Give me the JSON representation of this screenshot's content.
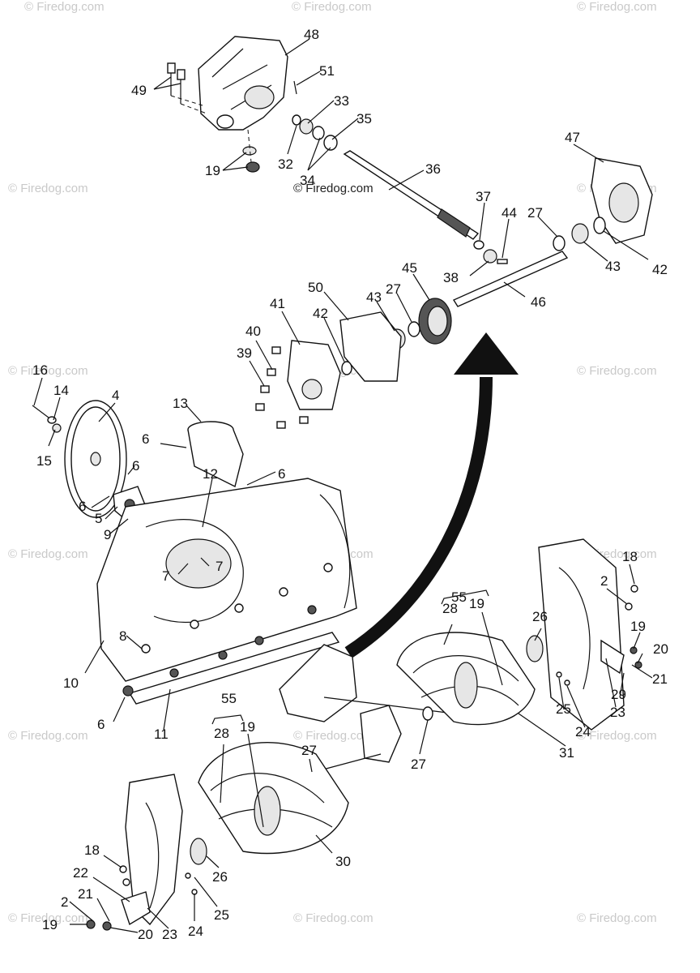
{
  "watermark": "© Firedog.com",
  "callouts": [
    "48",
    "49",
    "51",
    "33",
    "35",
    "32",
    "19",
    "34",
    "36",
    "47",
    "37",
    "44",
    "27",
    "43",
    "42",
    "45",
    "38",
    "46",
    "50",
    "43",
    "27",
    "41",
    "42",
    "40",
    "39",
    "16",
    "14",
    "4",
    "13",
    "6",
    "6",
    "15",
    "6",
    "12",
    "6",
    "5",
    "9",
    "7",
    "7",
    "18",
    "55",
    "2",
    "28",
    "19",
    "26",
    "19",
    "20",
    "21",
    "8",
    "10",
    "29",
    "25",
    "23",
    "6",
    "11",
    "55",
    "24",
    "31",
    "27",
    "28",
    "19",
    "27",
    "30",
    "18",
    "22",
    "26",
    "2",
    "21",
    "25",
    "24",
    "19",
    "20",
    "23"
  ]
}
